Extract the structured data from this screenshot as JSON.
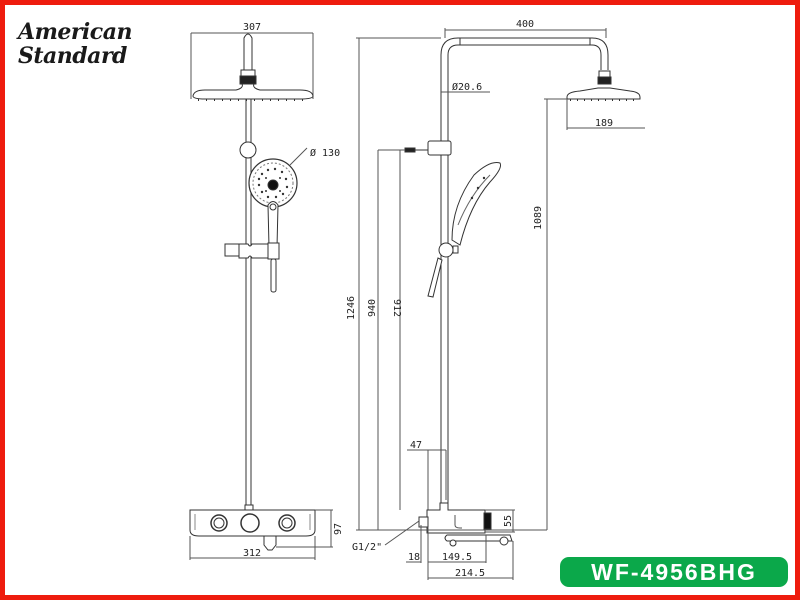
{
  "brand": {
    "line1": "American",
    "line2": "Standard"
  },
  "model": {
    "code": "WF-4956BHG",
    "badge_color": "#0ba84a"
  },
  "frame": {
    "border_color": "#ee1c0e"
  },
  "front_view": {
    "overhead_width": "307",
    "hand_shower_diameter": "Ø 130",
    "mixer_width": "312",
    "mixer_height": "97"
  },
  "side_view": {
    "arm_reach": "400",
    "pipe_diameter": "Ø20.6",
    "overhead_depth": "189",
    "total_height": "1246",
    "holder_height": "940",
    "hose_height": "912",
    "overhead_height": "1089",
    "pipe_offset": "47",
    "mixer_body_height": "55",
    "inlet_thread": "G1/2\"",
    "inlet_depth": "18",
    "body_depth": "149.5",
    "spout_depth": "214.5"
  }
}
